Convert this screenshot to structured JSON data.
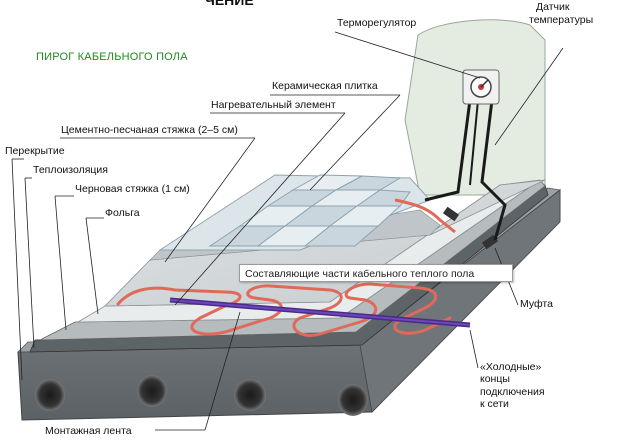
{
  "heading": "ПИРОГ КАБЕЛЬНОГО ПОЛА",
  "top_cut_text": "ЧЕНИЕ",
  "tooltip": "Составляющие части кабельного теплого пола",
  "labels": {
    "thermostat": "Терморегулятор",
    "sensor_line1": "Датчик",
    "sensor_line2": "температуры",
    "tile": "Керамическая плитка",
    "heating_element": "Нагревательный элемент",
    "screed": "Цементно-песчаная стяжка (2–5 см)",
    "slab": "Перекрытие",
    "insulation": "Теплоизоляция",
    "rough_screed": "Черновая стяжка (1 см)",
    "foil": "Фольга",
    "coupling": "Муфта",
    "cold_ends_line1": "«Холодные»",
    "cold_ends_line2": "концы",
    "cold_ends_line3": "подключения",
    "cold_ends_line4": "к сети",
    "mounting_tape": "Монтажная лента"
  },
  "colors": {
    "heading": "#1f8a1f",
    "cable": "#e06a5a",
    "tape": "#4a2a8a",
    "wall": "#e4ece2"
  }
}
